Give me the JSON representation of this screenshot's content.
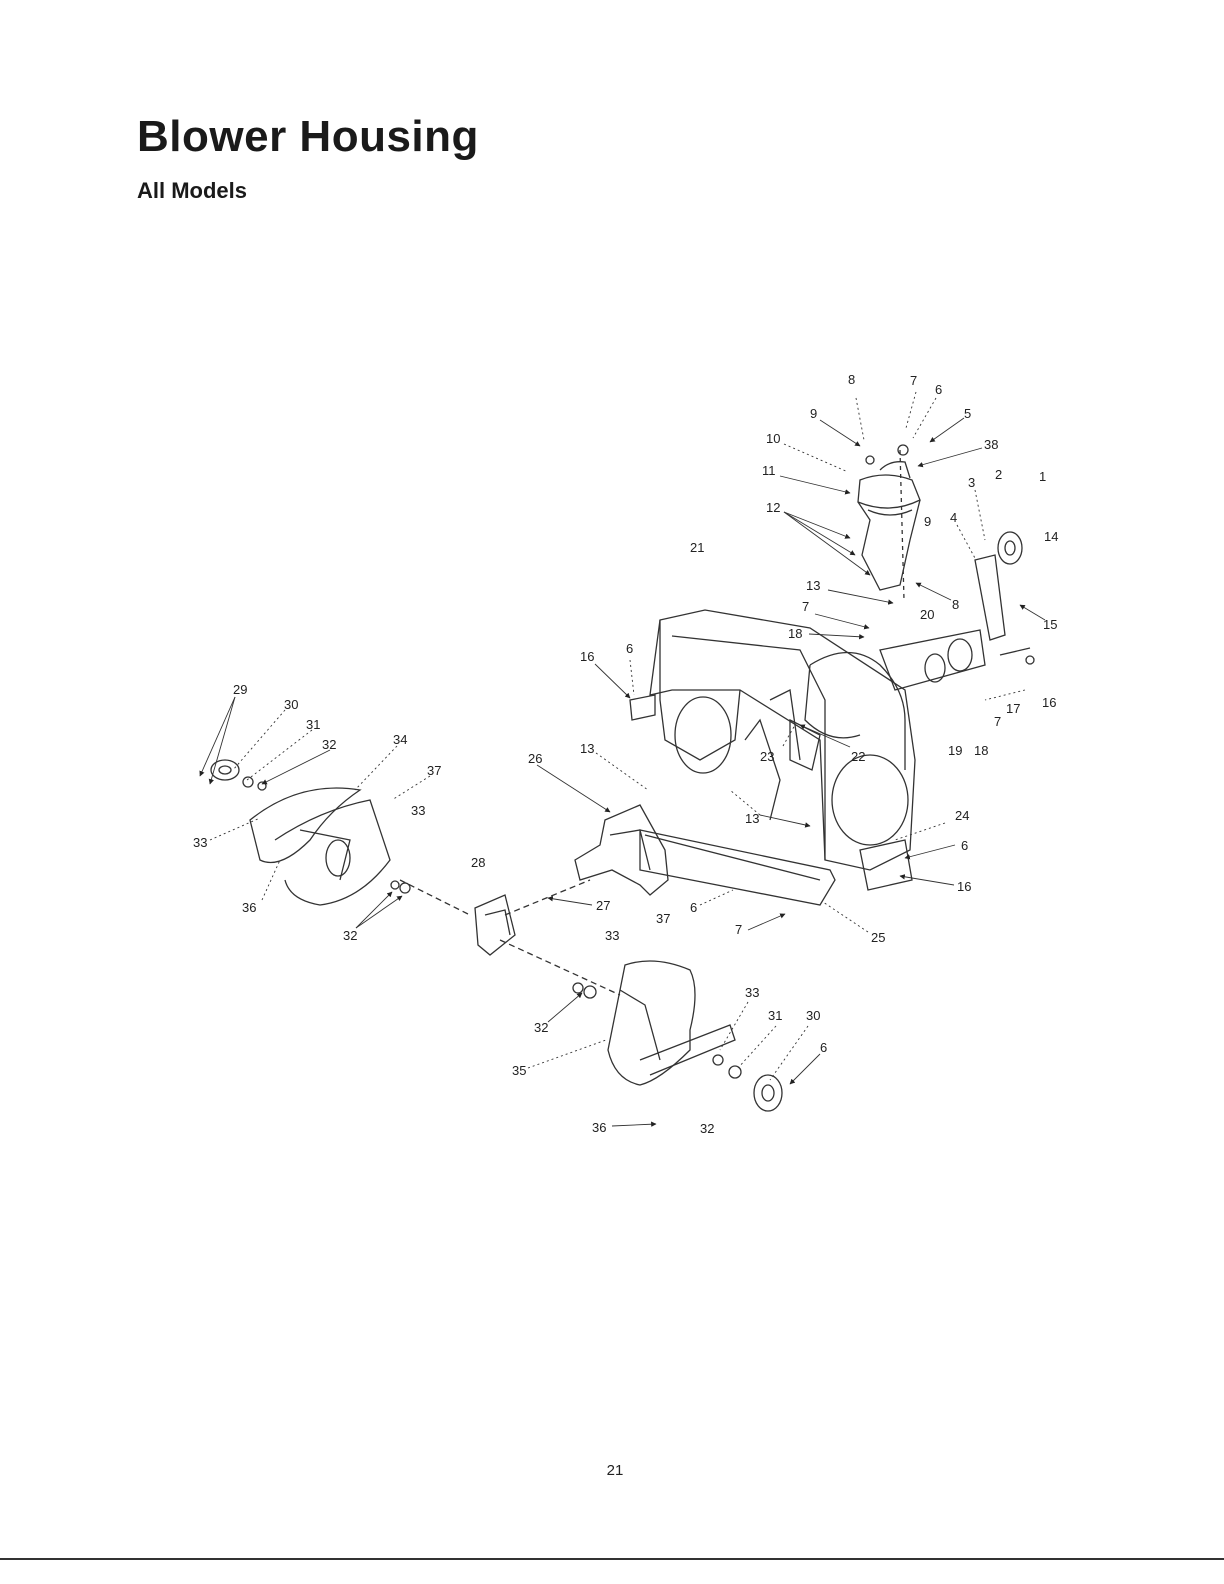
{
  "header": {
    "title": "Blower Housing",
    "subtitle": "All Models"
  },
  "diagram": {
    "callouts": [
      {
        "id": "c8a",
        "label": "8"
      },
      {
        "id": "c7a",
        "label": "7"
      },
      {
        "id": "c6a",
        "label": "6"
      },
      {
        "id": "c9a",
        "label": "9"
      },
      {
        "id": "c5",
        "label": "5"
      },
      {
        "id": "c10",
        "label": "10"
      },
      {
        "id": "c38",
        "label": "38"
      },
      {
        "id": "c11",
        "label": "11"
      },
      {
        "id": "c3",
        "label": "3"
      },
      {
        "id": "c2",
        "label": "2"
      },
      {
        "id": "c1",
        "label": "1"
      },
      {
        "id": "c12",
        "label": "12"
      },
      {
        "id": "c9b",
        "label": "9"
      },
      {
        "id": "c4",
        "label": "4"
      },
      {
        "id": "c14",
        "label": "14"
      },
      {
        "id": "c21",
        "label": "21"
      },
      {
        "id": "c13a",
        "label": "13"
      },
      {
        "id": "c8b",
        "label": "8"
      },
      {
        "id": "c7b",
        "label": "7"
      },
      {
        "id": "c20",
        "label": "20"
      },
      {
        "id": "c15",
        "label": "15"
      },
      {
        "id": "c18a",
        "label": "18"
      },
      {
        "id": "c16a",
        "label": "16"
      },
      {
        "id": "c6b",
        "label": "6"
      },
      {
        "id": "c17",
        "label": "17"
      },
      {
        "id": "c16b",
        "label": "16"
      },
      {
        "id": "c7c",
        "label": "7"
      },
      {
        "id": "c29",
        "label": "29"
      },
      {
        "id": "c30a",
        "label": "30"
      },
      {
        "id": "c31a",
        "label": "31"
      },
      {
        "id": "c32a",
        "label": "32"
      },
      {
        "id": "c34",
        "label": "34"
      },
      {
        "id": "c23",
        "label": "23"
      },
      {
        "id": "c22",
        "label": "22"
      },
      {
        "id": "c19",
        "label": "19"
      },
      {
        "id": "c18b",
        "label": "18"
      },
      {
        "id": "c13b",
        "label": "13"
      },
      {
        "id": "c37a",
        "label": "37"
      },
      {
        "id": "c26",
        "label": "26"
      },
      {
        "id": "c33a",
        "label": "33"
      },
      {
        "id": "c33b",
        "label": "33"
      },
      {
        "id": "c13c",
        "label": "13"
      },
      {
        "id": "c24",
        "label": "24"
      },
      {
        "id": "c6c",
        "label": "6"
      },
      {
        "id": "c28",
        "label": "28"
      },
      {
        "id": "c16c",
        "label": "16"
      },
      {
        "id": "c36a",
        "label": "36"
      },
      {
        "id": "c27",
        "label": "27"
      },
      {
        "id": "c6d",
        "label": "6"
      },
      {
        "id": "c32b",
        "label": "32"
      },
      {
        "id": "c37b",
        "label": "37"
      },
      {
        "id": "c7d",
        "label": "7"
      },
      {
        "id": "c25",
        "label": "25"
      },
      {
        "id": "c33c",
        "label": "33"
      },
      {
        "id": "c33d",
        "label": "33"
      },
      {
        "id": "c31b",
        "label": "31"
      },
      {
        "id": "c30b",
        "label": "30"
      },
      {
        "id": "c32c",
        "label": "32"
      },
      {
        "id": "c6e",
        "label": "6"
      },
      {
        "id": "c35",
        "label": "35"
      },
      {
        "id": "c36b",
        "label": "36"
      },
      {
        "id": "c32d",
        "label": "32"
      }
    ]
  },
  "footer": {
    "page_number": "21"
  }
}
